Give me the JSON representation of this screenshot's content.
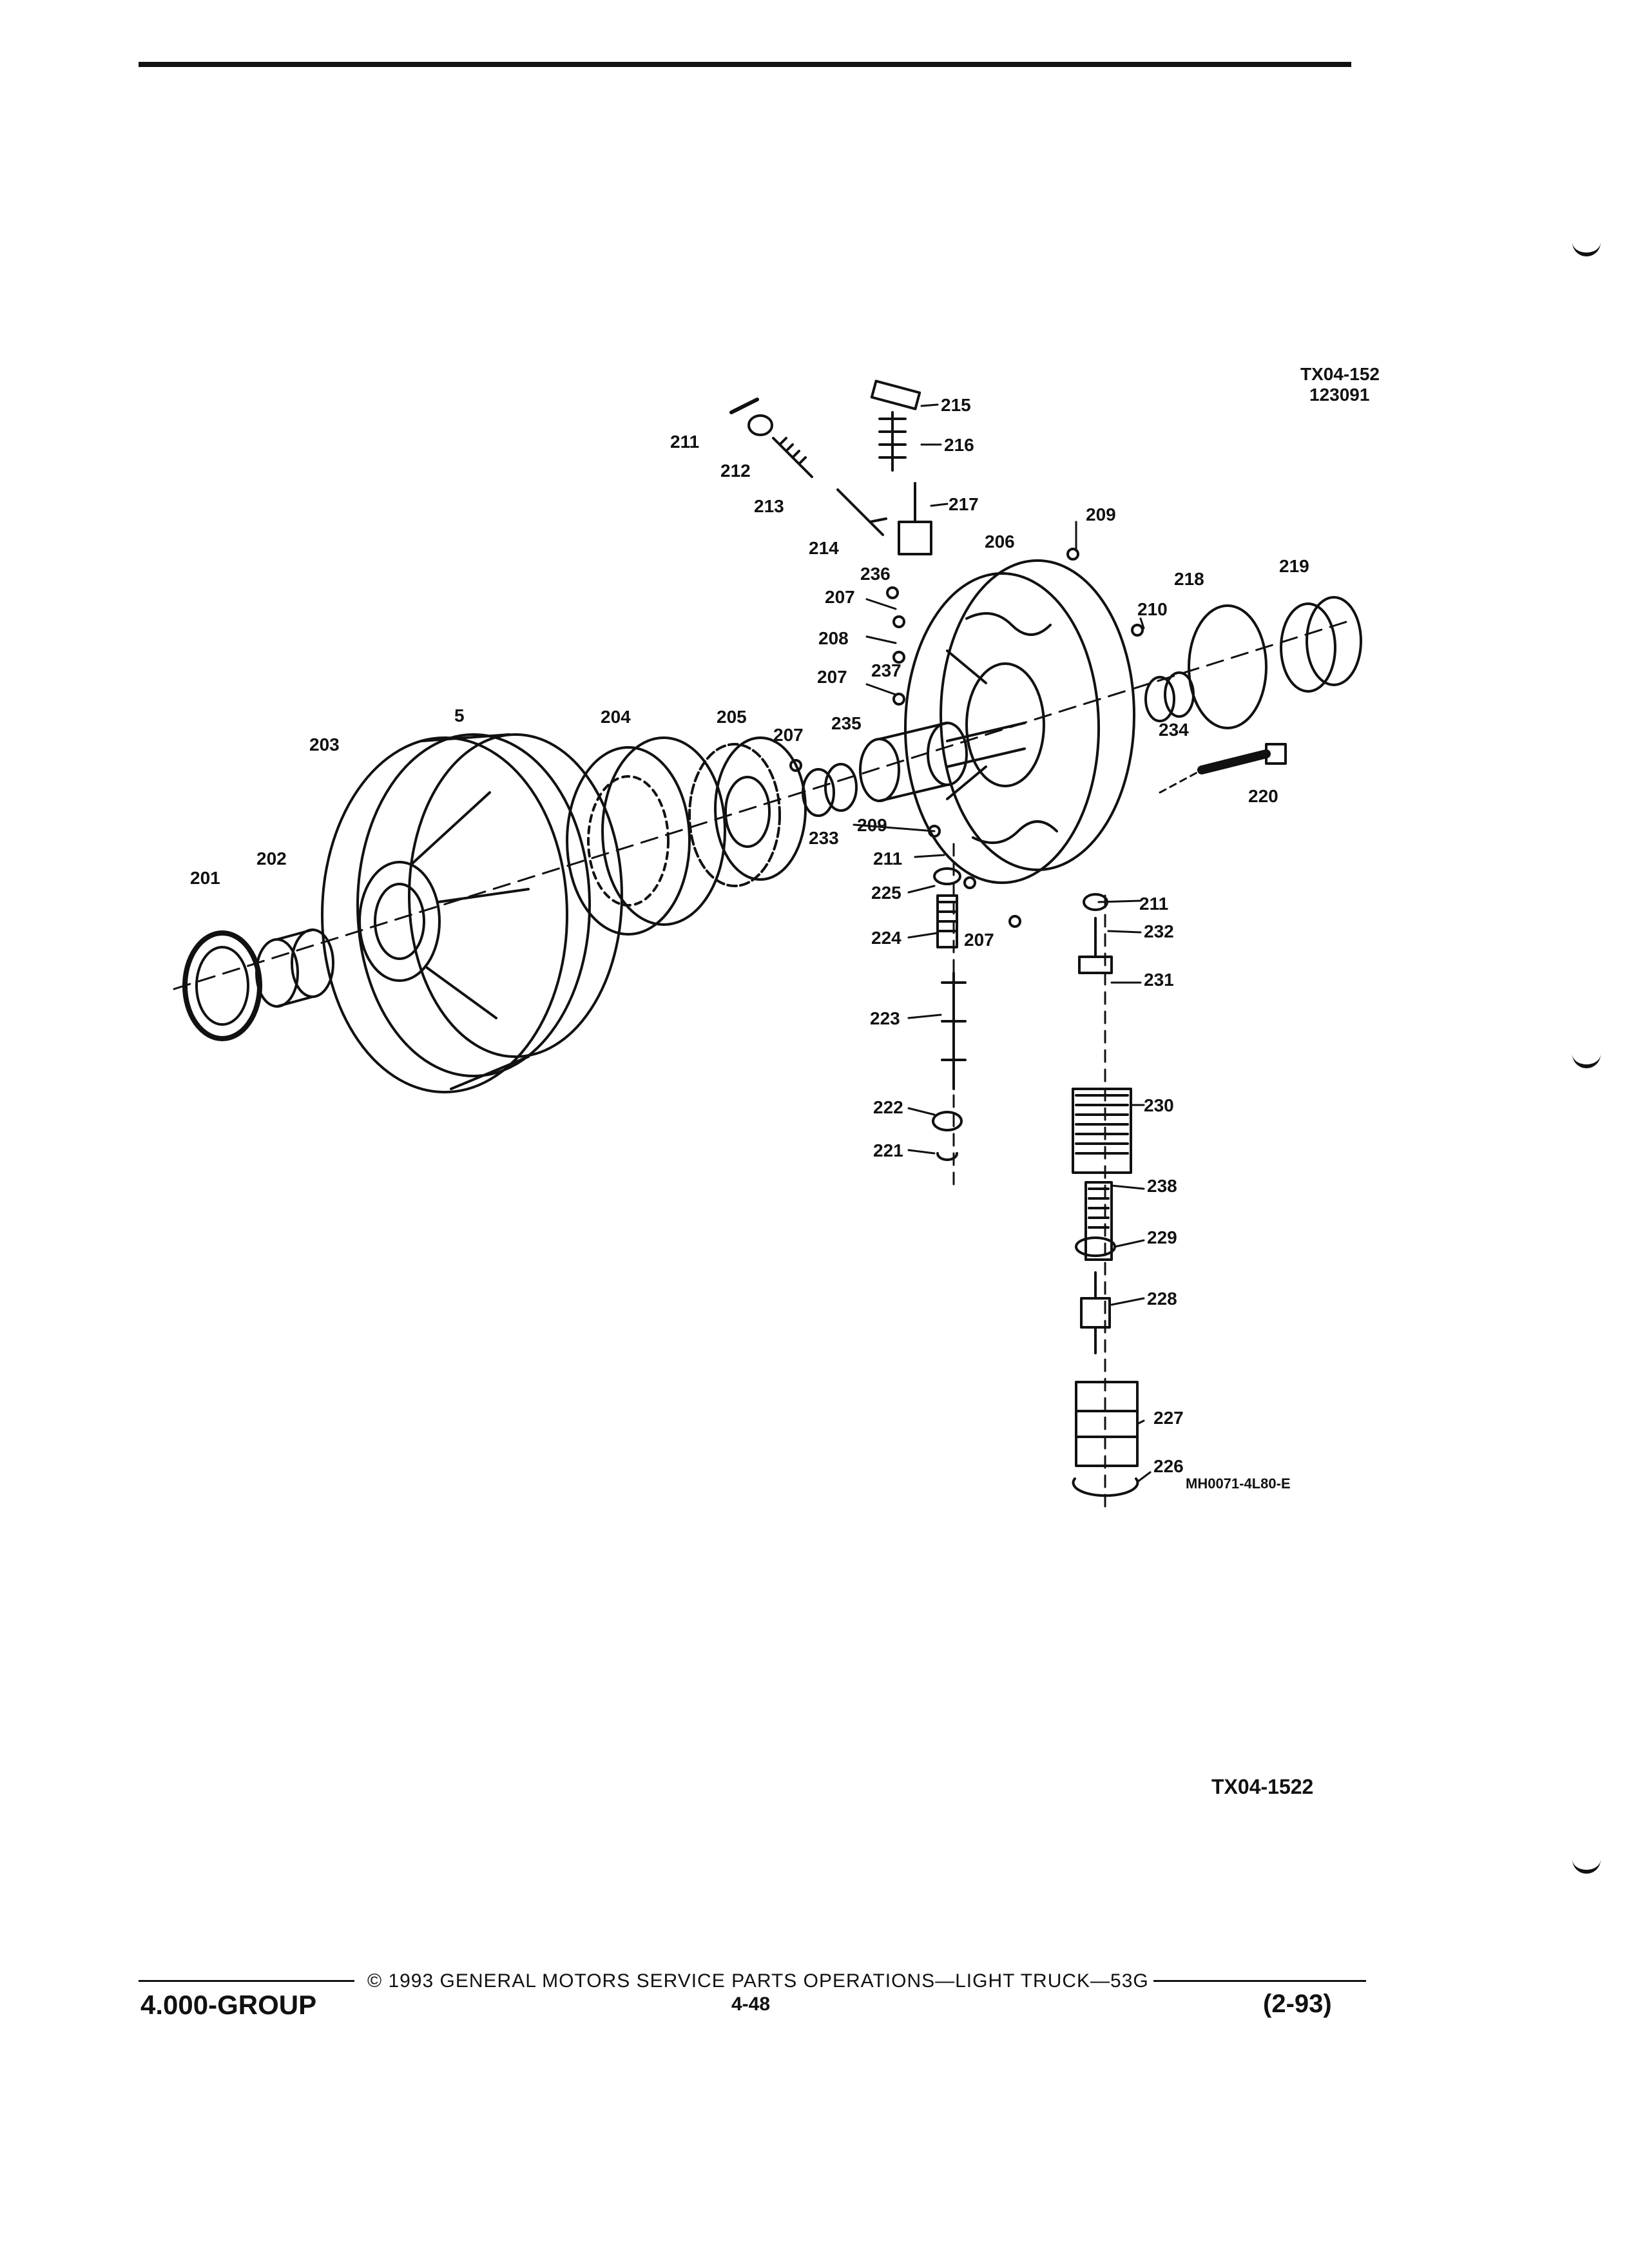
{
  "figure": {
    "drawing_id": "TX04-152",
    "drawing_date": "123091",
    "part_code": "MH0071-4L80-E",
    "figure_label": "TX04-1522"
  },
  "callouts": [
    "5",
    "201",
    "202",
    "203",
    "204",
    "205",
    "206",
    "207",
    "208",
    "209",
    "210",
    "211",
    "212",
    "213",
    "214",
    "215",
    "216",
    "217",
    "218",
    "219",
    "220",
    "221",
    "222",
    "223",
    "224",
    "225",
    "226",
    "227",
    "228",
    "229",
    "230",
    "231",
    "232",
    "233",
    "234",
    "235",
    "236",
    "237",
    "238"
  ],
  "footer": {
    "copyright": "© 1993 GENERAL MOTORS SERVICE PARTS OPERATIONS—LIGHT TRUCK—53G",
    "group": "4.000-GROUP",
    "page": "4-48",
    "date": "(2-93)"
  }
}
